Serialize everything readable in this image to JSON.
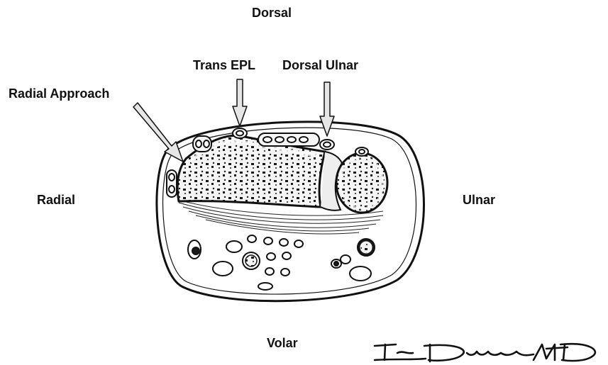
{
  "labels": {
    "top": "Dorsal",
    "bottom": "Volar",
    "left": "Radial",
    "right": "Ulnar",
    "approach_radial": "Radial Approach",
    "approach_trans_epl": "Trans EPL",
    "approach_dorsal_ulnar": "Dorsal Ulnar"
  },
  "signature": "Ian Duncan MD",
  "colors": {
    "ink": "#111111",
    "arrow_fill": "#e6e6e6",
    "bone_fill": "#f2f2f2",
    "marrow": "#1a1a1a"
  }
}
